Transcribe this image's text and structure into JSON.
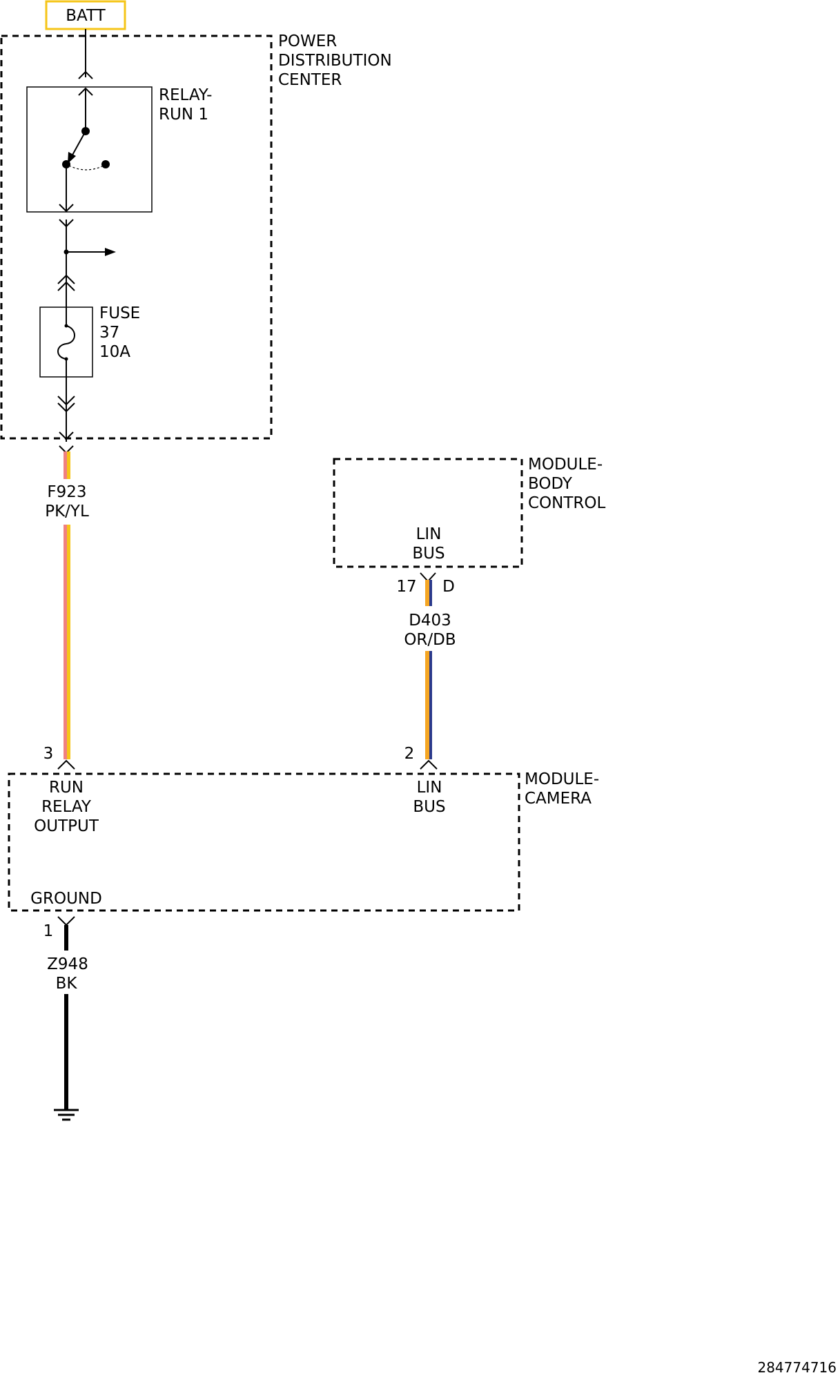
{
  "diagram": {
    "batt_label": "BATT",
    "pdc": {
      "line1": "POWER",
      "line2": "DISTRIBUTION",
      "line3": "CENTER"
    },
    "relay": {
      "line1": "RELAY-",
      "line2": "RUN 1"
    },
    "fuse": {
      "line1": "FUSE",
      "line2": "37",
      "line3": "10A"
    },
    "wire_f923": {
      "circuit": "F923",
      "color": "PK/YL"
    },
    "bcm": {
      "line1": "MODULE-",
      "line2": "BODY",
      "line3": "CONTROL",
      "pin_line1": "LIN",
      "pin_line2": "BUS"
    },
    "bcm_connector": {
      "pin": "17",
      "connector": "D"
    },
    "wire_d403": {
      "circuit": "D403",
      "color": "OR/DB"
    },
    "camera": {
      "line1": "MODULE-",
      "line2": "CAMERA",
      "pin3": "3",
      "pin3_line1": "RUN",
      "pin3_line2": "RELAY",
      "pin3_line3": "OUTPUT",
      "pin2": "2",
      "pin2_line1": "LIN",
      "pin2_line2": "BUS",
      "ground_label": "GROUND",
      "pin1": "1"
    },
    "wire_z948": {
      "circuit": "Z948",
      "color": "BK"
    },
    "figure_id": "284774716",
    "colors": {
      "batt_box": "#f5c518",
      "pink": "#f08080",
      "yellow": "#f5c518",
      "orange": "#f5a623",
      "dark_blue": "#2b3a8c",
      "black": "#000000"
    }
  }
}
